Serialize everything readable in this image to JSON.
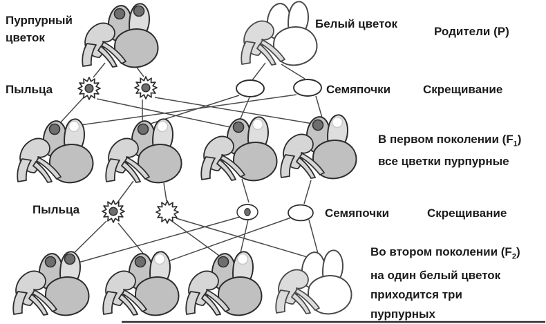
{
  "labels": {
    "parent_purple_line1": "Пурпурный",
    "parent_purple_line2": "цветок",
    "parent_white": "Белый цветок",
    "parents": "Родители (P)",
    "pollen_row1": "Пыльца",
    "ovules_row1": "Семяпочки",
    "crossing_row1": "Скрещивание",
    "pollen_row2": "Пыльца",
    "ovules_row2": "Семяпочки",
    "crossing_row2": "Скрещивание"
  },
  "captions": {
    "f1": {
      "pre": "В первом поколении (F",
      "sub": "1",
      "post": ")",
      "line2": "все цветки пурпурные"
    },
    "f2": {
      "pre": "Во втором поколении (F",
      "sub": "2",
      "post": ")",
      "line2": "на один белый цветок",
      "line3": "приходится три",
      "line4": "пурпурных"
    }
  },
  "icons": {
    "pollen_grain": "spiky-sun-circle",
    "ovule": "oval-ellipse",
    "flower": "pea-flower"
  },
  "colors": {
    "background": "#ffffff",
    "text": "#1b1b1b",
    "connector_line": "#4a4a4a",
    "flower_outline": "#2d2d2d",
    "petal_gray": "#c4c4c4",
    "dot_dark": "#6e6e6e"
  }
}
